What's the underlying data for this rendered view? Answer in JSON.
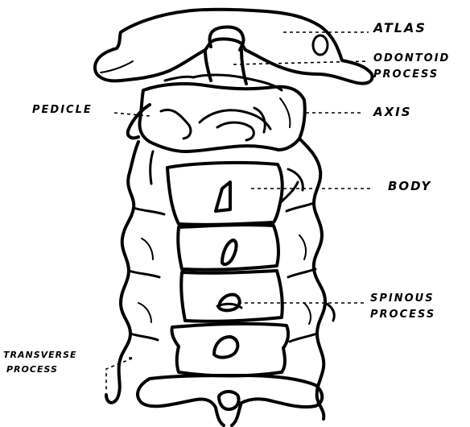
{
  "labels": {
    "atlas": "ATLAS",
    "odontoid_line1": "ODONTOID",
    "odontoid_line2": "PROCESS",
    "pedicle": "PEDICLE",
    "axis": "AXIS",
    "body": "BODY",
    "spinous_line1": "SPINOUS",
    "spinous_line2": "PROCESS",
    "transverse_line1": "TRANSVERSE",
    "transverse_line2": "PROCESS"
  },
  "colors": {
    "ink": "#000000",
    "background": "#ffffff"
  }
}
